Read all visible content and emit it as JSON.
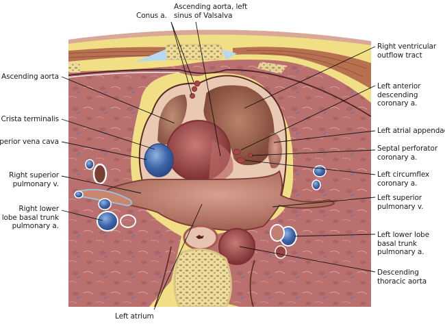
{
  "figure": {
    "palette": {
      "lung": "#b9706f",
      "lung_dark": "#9a5556",
      "fat": "#f1df86",
      "fat_light": "#f7eaa8",
      "muscle": "#b0654a",
      "bone": "#ecdca3",
      "bone_spot": "#b59a3c",
      "heart_wall": "#e9c9b4",
      "chamber": "#c27f74",
      "chamber_dark": "#8c3f3d",
      "aorta": "#a7474a",
      "vein_blue": "#3f65a9",
      "vein_blue_light": "#8ab0dd",
      "skin": "#d9a896",
      "pleura_line": "#4a2420",
      "leader": "#111111"
    }
  },
  "labels": {
    "left": [
      {
        "id": "ascending-aorta",
        "lines": [
          "Ascending aorta"
        ]
      },
      {
        "id": "crista-terminalis",
        "lines": [
          "Crista terminalis"
        ]
      },
      {
        "id": "superior-vena-cava",
        "lines": [
          "Superior vena cava"
        ]
      },
      {
        "id": "right-superior-pulmonary-v",
        "lines": [
          "Right superior",
          "pulmonary v."
        ]
      },
      {
        "id": "right-lower-lobe-basal-trunk",
        "lines": [
          "Right lower",
          "lobe basal trunk",
          "pulmonary a."
        ]
      }
    ],
    "top": [
      {
        "id": "conus-a",
        "lines": [
          "Conus a."
        ]
      },
      {
        "id": "ascending-aorta-left-sinus",
        "lines": [
          "Ascending aorta, left",
          "sinus of Valsalva"
        ]
      }
    ],
    "right": [
      {
        "id": "right-ventricular-outflow-tract",
        "lines": [
          "Right ventricular",
          "outflow tract"
        ]
      },
      {
        "id": "left-anterior-descending",
        "lines": [
          "Left anterior",
          "descending",
          "coronary a."
        ]
      },
      {
        "id": "left-atrial-appendage",
        "lines": [
          "Left atrial appendage"
        ]
      },
      {
        "id": "septal-perforator",
        "lines": [
          "Septal perforator",
          "coronary a."
        ]
      },
      {
        "id": "left-circumflex",
        "lines": [
          "Left circumflex",
          "coronary a."
        ]
      },
      {
        "id": "left-superior-pulmonary-v",
        "lines": [
          "Left superior",
          "pulmonary v."
        ]
      },
      {
        "id": "left-lower-lobe-basal-trunk",
        "lines": [
          "Left lower lobe",
          "basal trunk",
          "pulmonary a."
        ]
      },
      {
        "id": "descending-thoracic-aorta",
        "lines": [
          "Descending",
          "thoracic aorta"
        ]
      }
    ],
    "bottom": [
      {
        "id": "left-atrium",
        "lines": [
          "Left atrium"
        ]
      }
    ]
  }
}
